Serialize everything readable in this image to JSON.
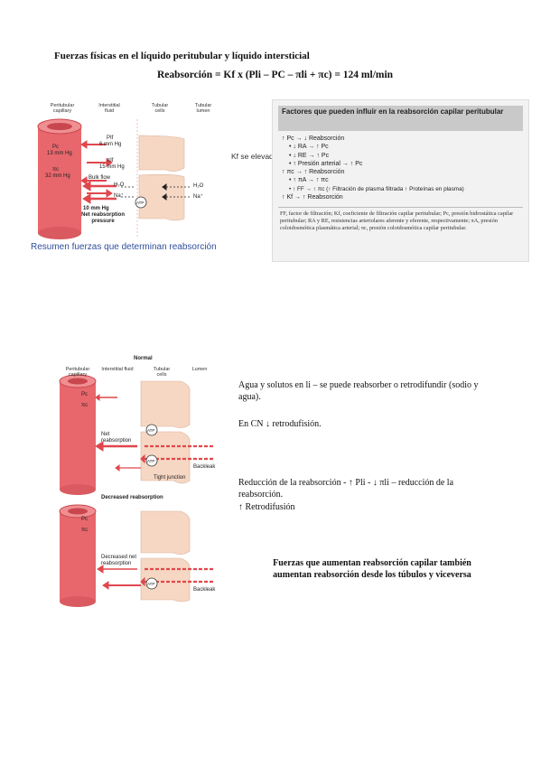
{
  "titles": {
    "line1": "Fuerzas físicas en el líquido peritubular y líquido intersticial",
    "line2": "Reabsorción = Kf x (Pli – PC – πli + πc) = 124 ml/min"
  },
  "figure1": {
    "col_labels": [
      "Peritubular capillary",
      "Interstitial fluid",
      "Tubular cells",
      "Tubular lumen"
    ],
    "pressures": {
      "pc_label": "Pc",
      "pc_value": "13 mm Hg",
      "pic_label": "πc",
      "pic_value": "32 mm Hg",
      "pif_label": "PIf",
      "pif_value": "6 mm Hg",
      "piif_label": "πIf",
      "piif_value": "15 mm Hg"
    },
    "bulk_flow": "Bulk flow",
    "h2o": "H₂O",
    "na": "Na⁺",
    "atp": "ATP",
    "h2o_right": "H₂O",
    "na_right": "Na⁺",
    "net_value": "10 mm Hg",
    "net_label": "Net reabsorption pressure",
    "side_note": "Kf se elevado",
    "caption": "Resumen fuerzas que determinan reabsorción"
  },
  "table": {
    "header": "Factores que pueden influir en la reabsorción capilar peritubular",
    "lines": [
      "↑ Pc → ↓ Reabsorción",
      "• ↓ RA → ↑ Pc",
      "• ↓ RE → ↑ Pc",
      "• ↑ Presión arterial → ↑ Pc",
      "↑ πc → ↑ Reabsorción",
      "• ↑ πA → ↑ πc",
      "• ↑ FF → ↑ πc (↑ Filtración de plasma filtrada ↑ Proteínas en plasma)",
      "↑ Kf → ↑ Reabsorción"
    ],
    "footnote": "FF, factor de filtración; Kf, coeficiente de filtración capilar peritubular; Pc, presión hidrostática capilar peritubular; RA y RE, resistencias arteriolares aferente y eferente, respectivamente; πA, presión coloidosmótica plasmática arterial; πc, presión coloidosmótica capilar peritubular."
  },
  "figure2": {
    "top_title": "Normal",
    "col_labels": [
      "Peritubular capillary",
      "Interstitial fluid",
      "Tubular cells",
      "Lumen"
    ],
    "pc": "Pc",
    "pic": "πc",
    "atp1": "ATP",
    "atp2": "ATP",
    "net_reabs": "Net reabsorption",
    "backleak": "Backleak",
    "tight": "Tight junction",
    "decreased_title": "Decreased reabsorption",
    "pc2": "Pc",
    "pic2": "πc",
    "decreased_net": "Decreased net reabsorption",
    "atp3": "ATP",
    "backleak2": "Backleak"
  },
  "texts": {
    "p1": "Agua y solutos en li – se puede reabsorber o retrodifundir (sodio y agua).",
    "p2": "En CN ↓ retrodufisión.",
    "p3": "Reducción de la reabsorción - ↑ Pli - ↓ πli – reducción de la reabsorción.",
    "p4": "↑ Retrodifusión",
    "bold_line1": "Fuerzas que aumentan reabsorción capilar también",
    "bold_line2": "aumentan reabsorción desde los túbulos y viceversa"
  },
  "colors": {
    "capillary": "#e8676c",
    "capillary_dark": "#c8474e",
    "cell": "#f6d7c3",
    "arrow": "#e0474d",
    "caption_blue": "#2f4f9a"
  }
}
